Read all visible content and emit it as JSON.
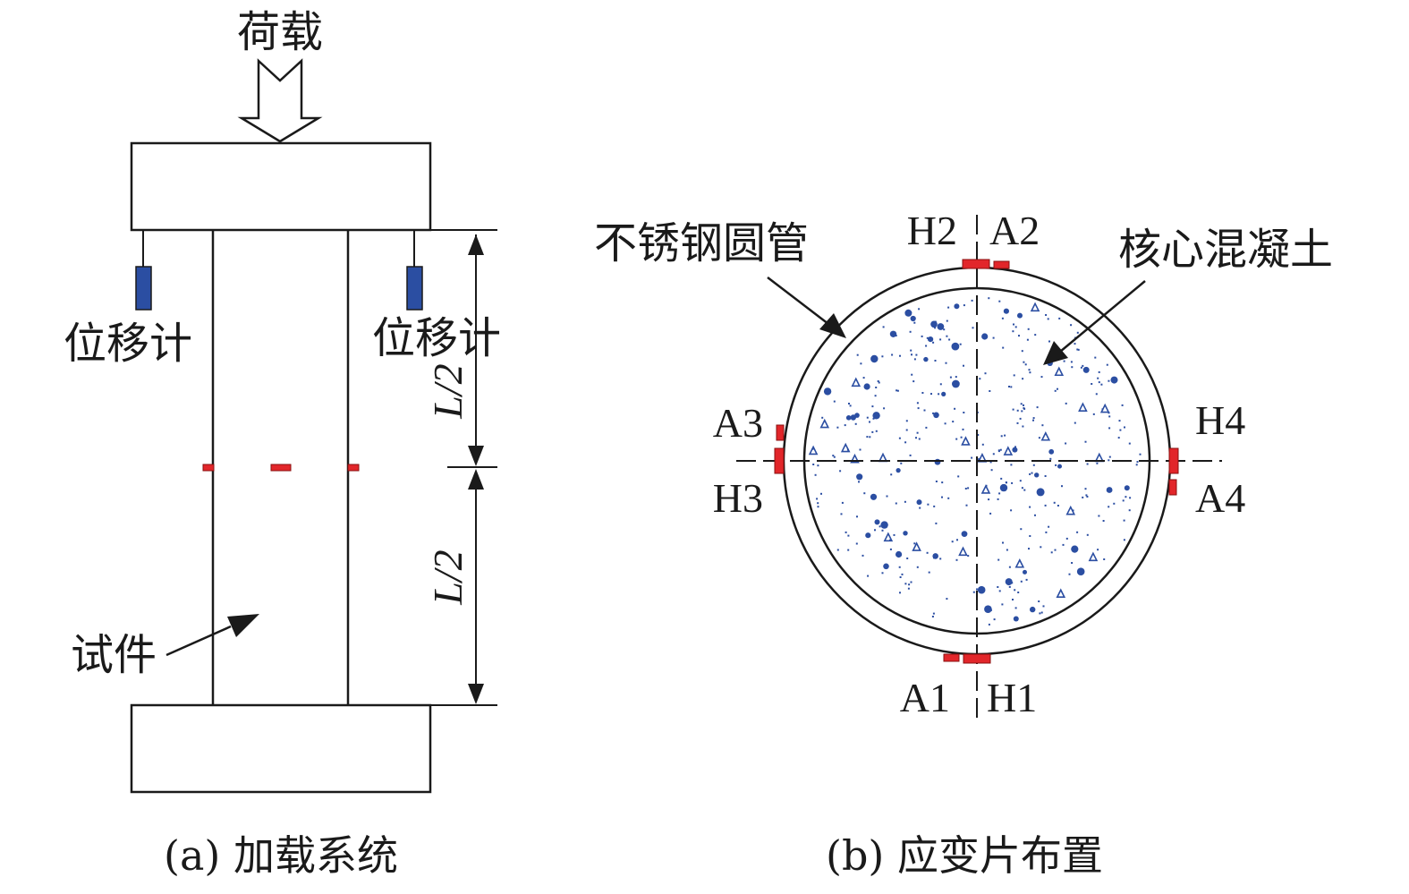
{
  "panel_a": {
    "load_label": "荷载",
    "gauge_left_label": "位移计",
    "gauge_right_label": "位移计",
    "half_length_upper": "L/2",
    "half_length_lower": "L/2",
    "specimen_label": "试件",
    "caption": "(a) 加载系统",
    "colors": {
      "gauge": "#2b4ea2",
      "strain_gauge": "#e2262a"
    }
  },
  "panel_b": {
    "tube_label": "不锈钢圆管",
    "core_label": "核心混凝土",
    "gauges": {
      "h1": "H1",
      "h2": "H2",
      "h3": "H3",
      "h4": "H4",
      "a1": "A1",
      "a2": "A2",
      "a3": "A3",
      "a4": "A4"
    },
    "caption": "(b) 应变片布置",
    "colors": {
      "aggregate": "#2b4ea2",
      "strain_gauge": "#e2262a"
    }
  }
}
